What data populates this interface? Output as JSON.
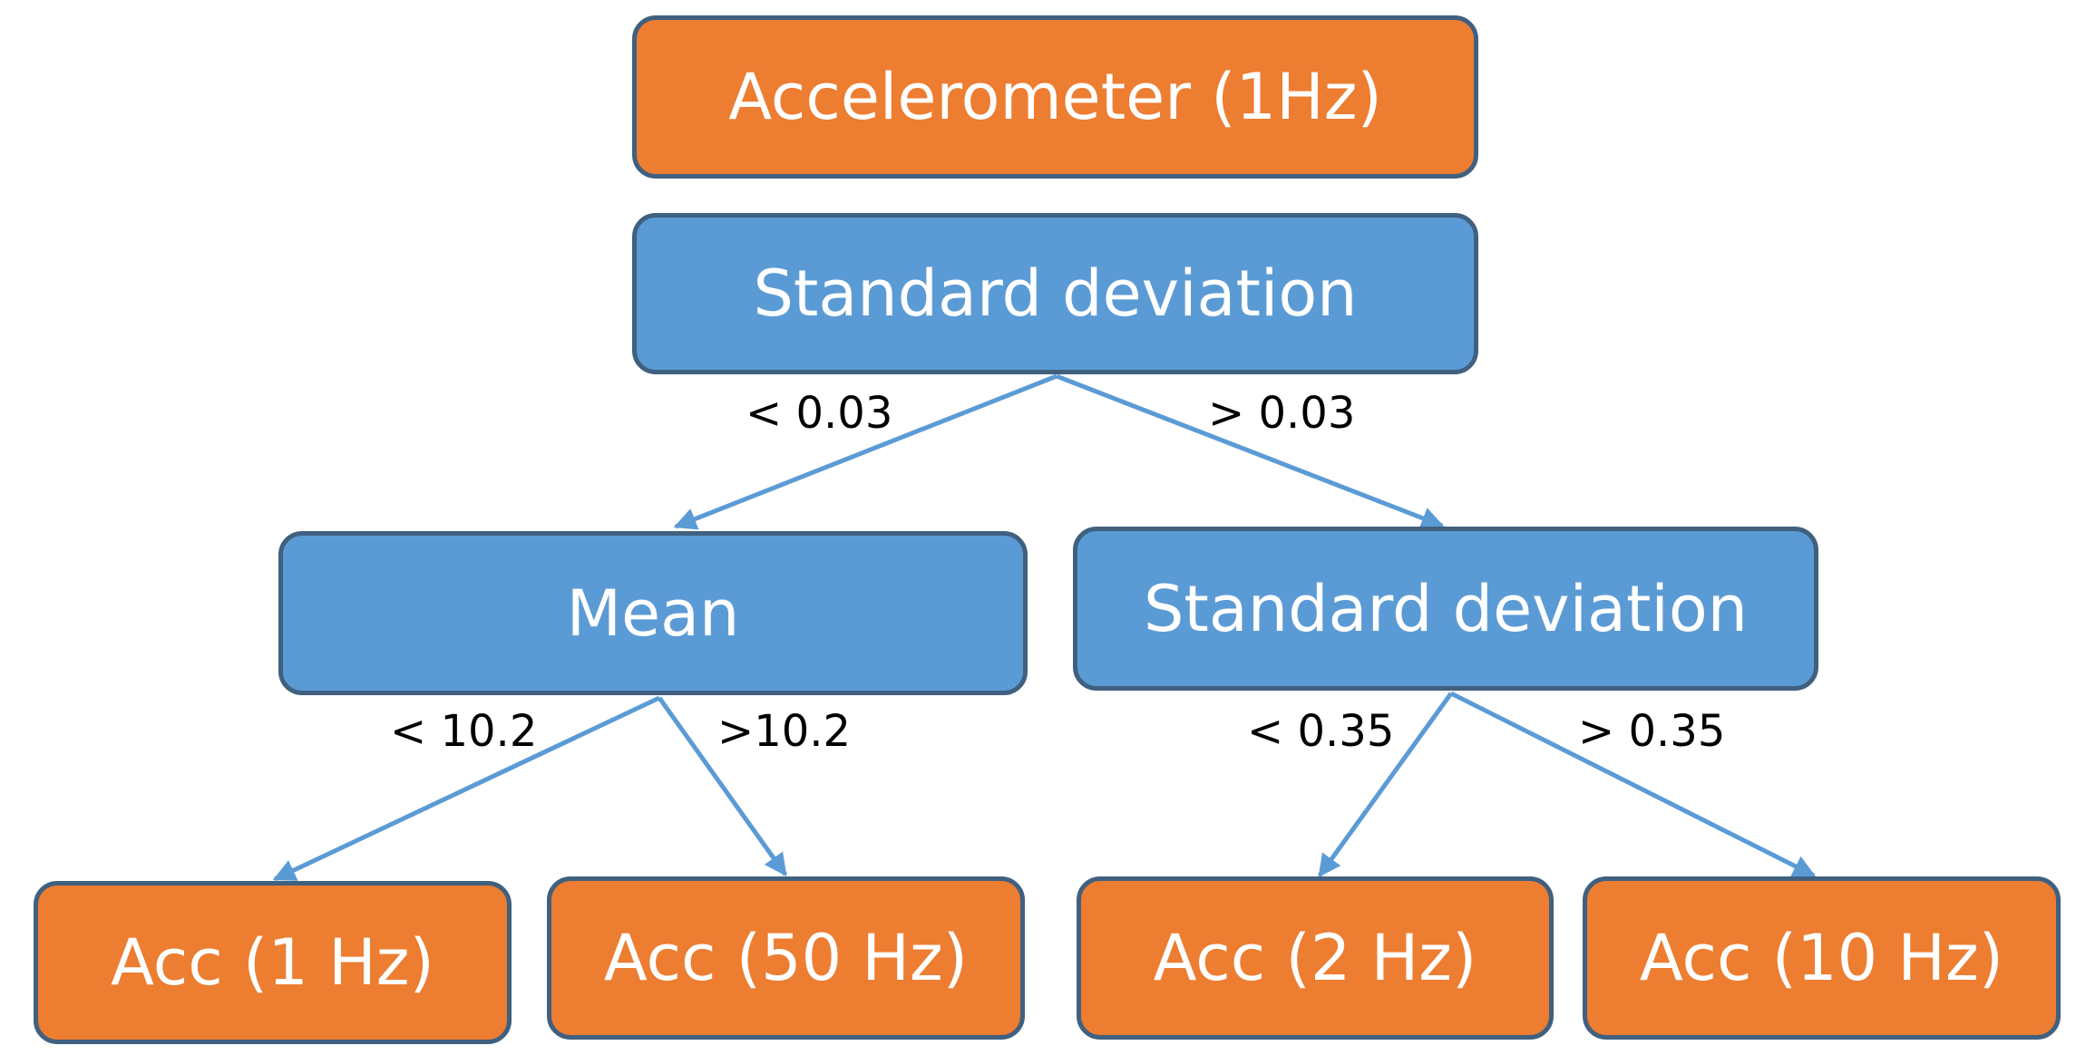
{
  "diagram": {
    "root": {
      "label": "Accelerometer (1Hz)"
    },
    "nodes": {
      "split_top": {
        "label": "Standard deviation"
      },
      "split_left": {
        "label": "Mean"
      },
      "split_right": {
        "label": "Standard deviation"
      },
      "leaf_1": {
        "label": "Acc (1 Hz)"
      },
      "leaf_2": {
        "label": "Acc (50 Hz)"
      },
      "leaf_3": {
        "label": "Acc (2 Hz)"
      },
      "leaf_4": {
        "label": "Acc (10 Hz)"
      }
    },
    "edges": {
      "top_left": {
        "label": "< 0.03"
      },
      "top_right": {
        "label": "> 0.03"
      },
      "left_left": {
        "label": "< 10.2"
      },
      "left_right": {
        "label": ">10.2"
      },
      "right_left": {
        "label": "< 0.35"
      },
      "right_right": {
        "label": "> 0.35"
      }
    },
    "colors": {
      "leaf_fill": "#ed7d31",
      "split_fill": "#5b9bd5",
      "border": "#40607f",
      "edge": "#5b9bd5"
    }
  }
}
